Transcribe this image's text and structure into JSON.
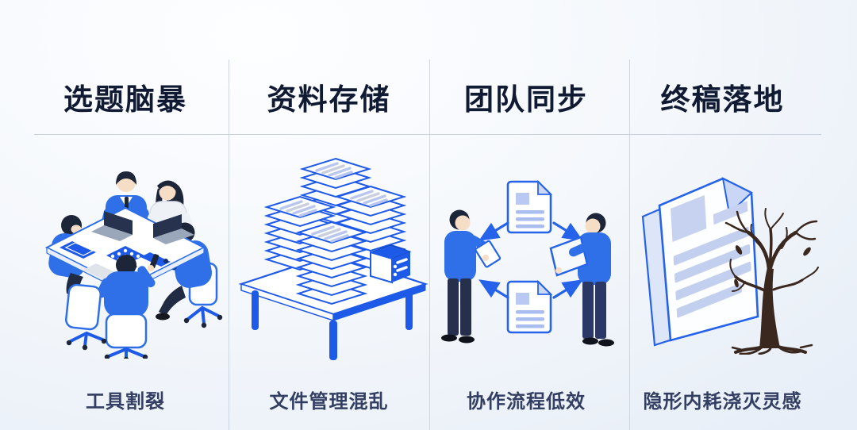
{
  "columns": [
    {
      "title": "选题脑暴",
      "caption": "工具割裂",
      "illustration": "team-meeting-illustration"
    },
    {
      "title": "资料存储",
      "caption": "文件管理混乱",
      "illustration": "document-stacks-illustration"
    },
    {
      "title": "团队同步",
      "caption": "协作流程低效",
      "illustration": "people-sync-documents-illustration"
    },
    {
      "title": "终稿落地",
      "caption": "隐形内耗浇灭灵感",
      "illustration": "withered-tree-draft-illustration"
    }
  ],
  "colors": {
    "accent_blue": "#2563eb",
    "solid_blue": "#1e5ae8",
    "shirt_blue": "#2f6fe8",
    "navy_dark": "#1d2538",
    "lavender_doc_lines": "#b9c7ef",
    "title_text": "#101a33",
    "caption_text": "#333e63",
    "divider": "#c9d2df",
    "tree_brown": "#3a281f",
    "background_top": "#fdfeff",
    "background_edge": "#e2eaf5"
  }
}
